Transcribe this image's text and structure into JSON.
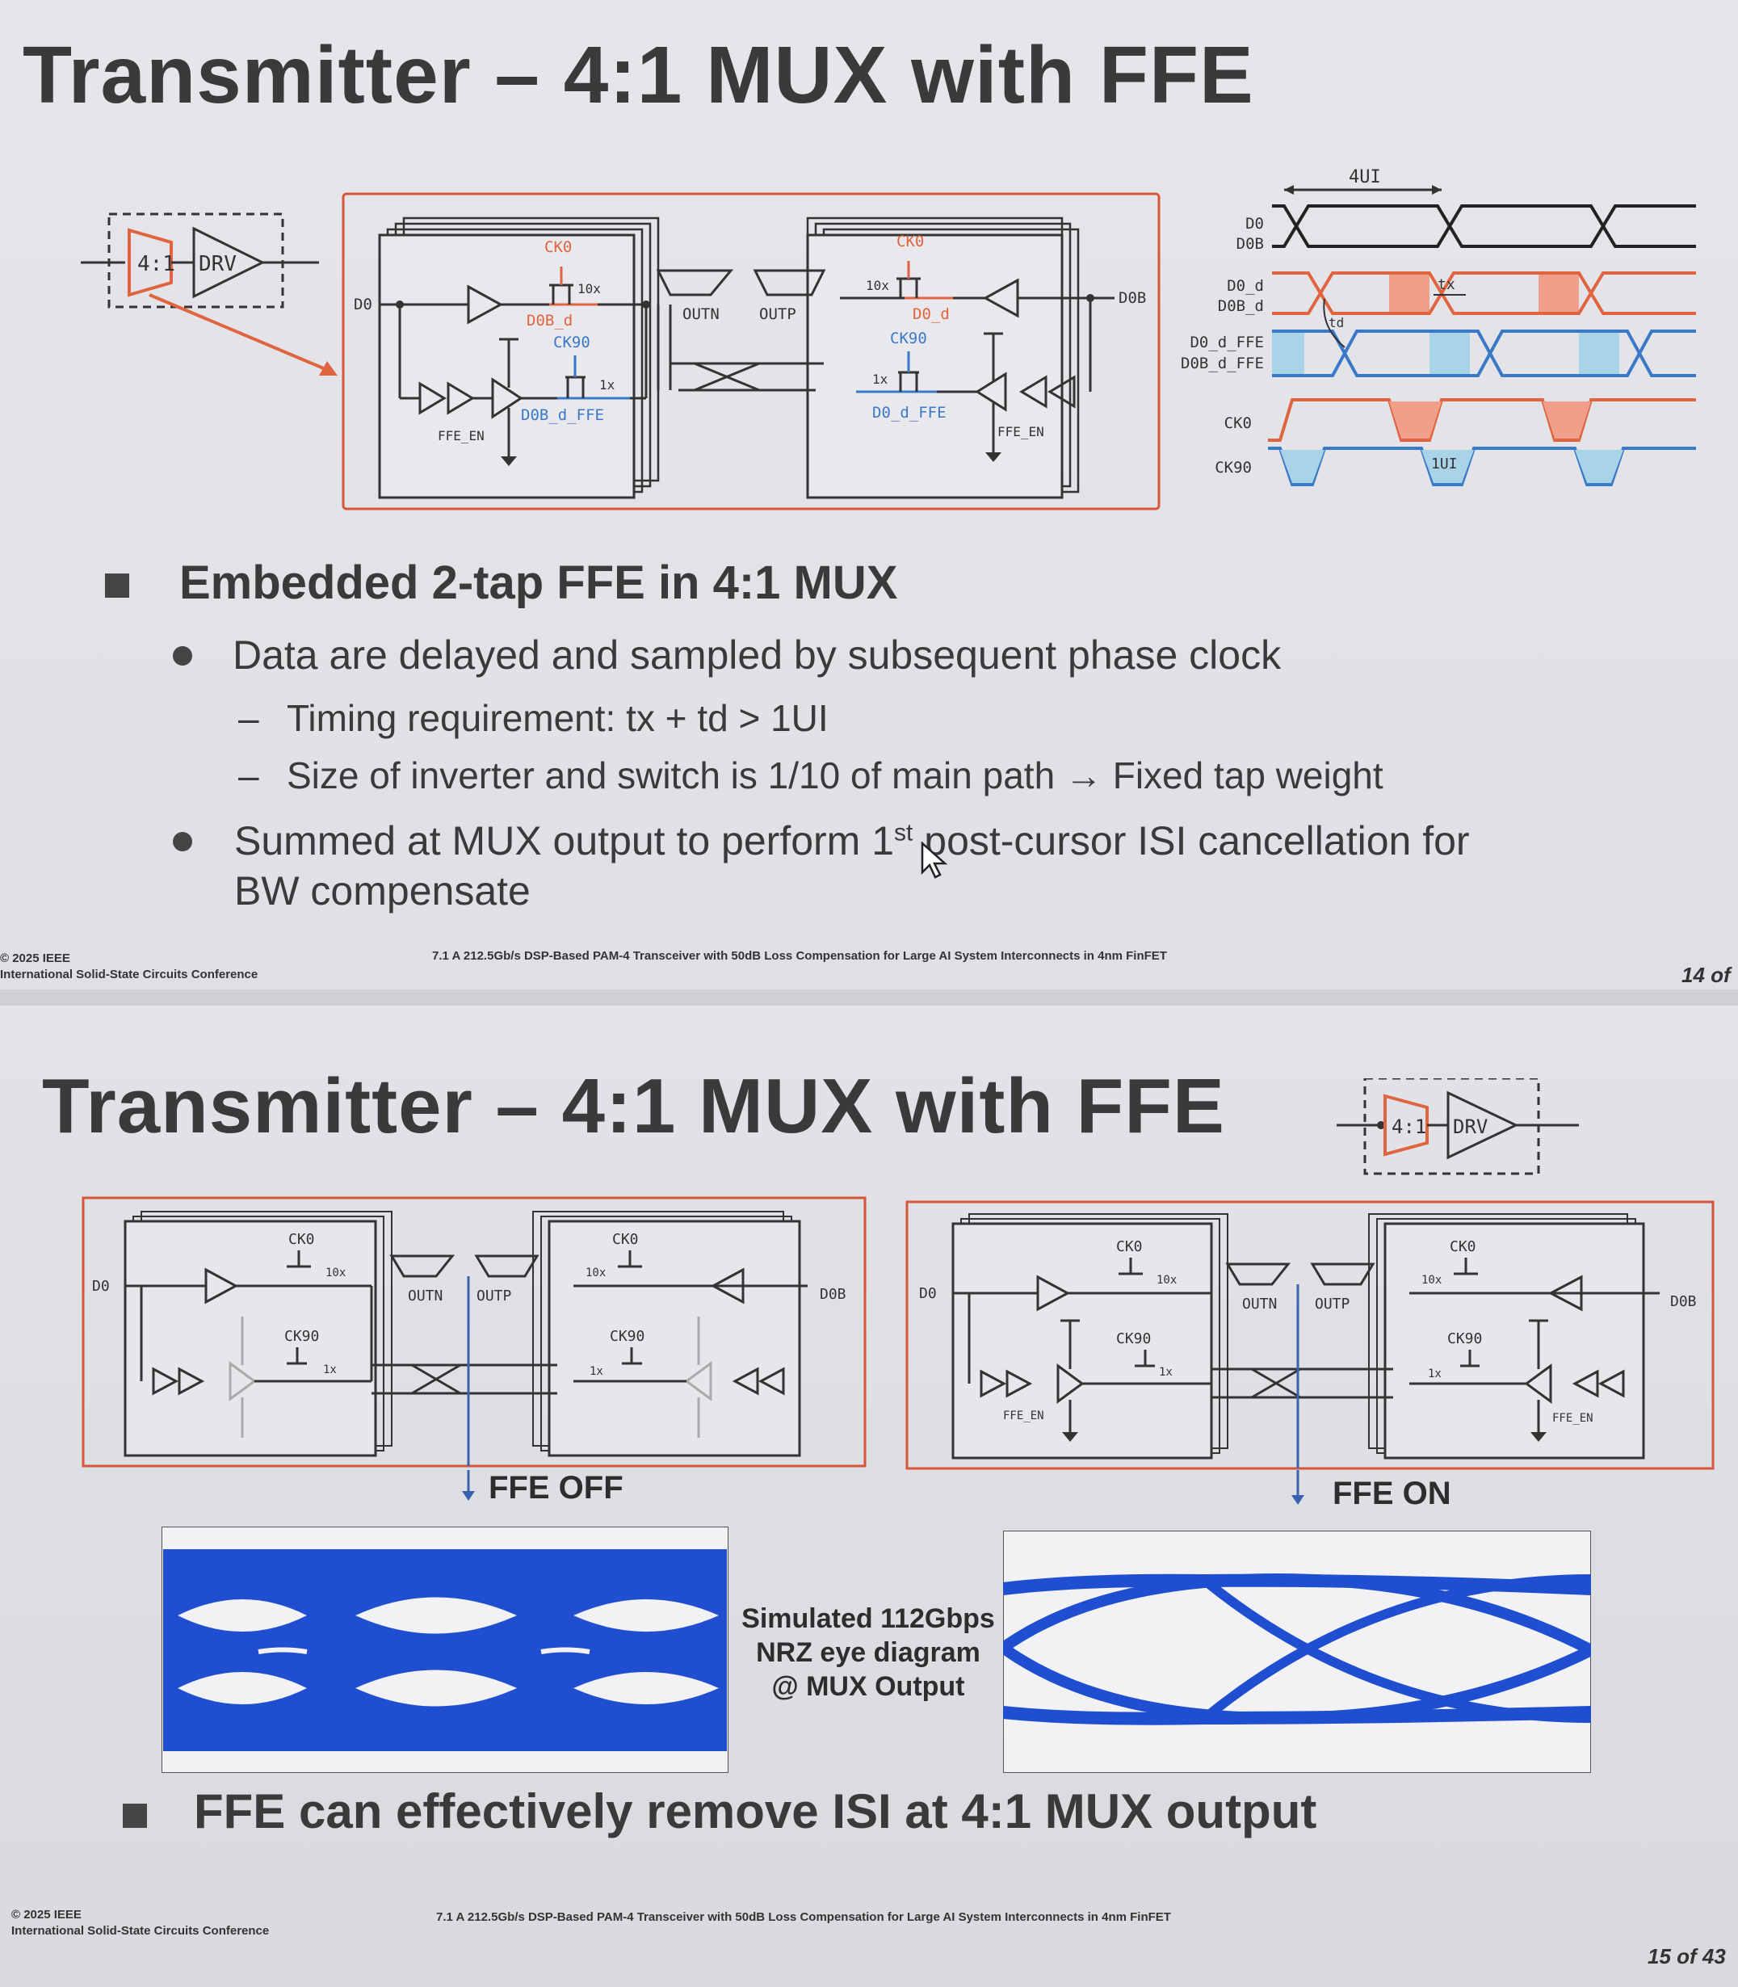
{
  "slide1": {
    "title": "Transmitter – 4:1 MUX with FFE",
    "block": {
      "mux": "4:1",
      "drv": "DRV"
    },
    "circuit": {
      "d0": "D0",
      "d0b": "D0B",
      "ck0": "CK0",
      "ck90": "CK90",
      "outn": "OUTN",
      "outp": "OUTP",
      "d0b_d": "D0B_d",
      "d0_d": "D0_d",
      "d0b_d_ffe": "D0B_d_FFE",
      "d0_d_ffe": "D0_d_FFE",
      "x10": "10x",
      "x1": "1x",
      "ffe_en": "FFE_EN"
    },
    "timing": {
      "span": "4UI",
      "labels": [
        "D0",
        "D0B",
        "D0_d",
        "D0B_d",
        "D0_d_FFE",
        "D0B_d_FFE",
        "CK0",
        "CK90"
      ],
      "tx": "tx",
      "td": "td",
      "ui": "1UI"
    },
    "bullets": {
      "main": "Embedded 2-tap FFE in 4:1 MUX",
      "sub1": "Data are delayed and sampled by subsequent phase clock",
      "sub1a": "Timing requirement: tx + td > 1UI",
      "sub1b": "Size of inverter and switch is 1/10 of main path → Fixed tap weight",
      "sub2_pre": "Summed at MUX output to perform 1",
      "sub2_sup": "st",
      "sub2_post": " post-cursor ISI cancellation for",
      "sub2_line2": "BW compensate"
    },
    "footer": {
      "copyright": "© 2025 IEEE",
      "conference": "International Solid-State Circuits Conference",
      "paper": "7.1 A 212.5Gb/s DSP-Based PAM-4 Transceiver with 50dB Loss Compensation for Large AI System Interconnects in 4nm FinFET",
      "page": "14 of"
    }
  },
  "slide2": {
    "title": "Transmitter – 4:1 MUX with FFE",
    "block": {
      "mux": "4:1",
      "drv": "DRV"
    },
    "ffe_off": "FFE OFF",
    "ffe_on": "FFE ON",
    "caption": [
      "Simulated 112Gbps",
      "NRZ eye diagram",
      "@ MUX Output"
    ],
    "bullet": "FFE can effectively remove ISI at 4:1 MUX output",
    "footer": {
      "copyright": "© 2025 IEEE",
      "conference": "International Solid-State Circuits Conference",
      "paper": "7.1 A 212.5Gb/s DSP-Based PAM-4 Transceiver with 50dB Loss Compensation for Large AI System Interconnects in 4nm FinFET",
      "page": "15 of 43"
    }
  },
  "colors": {
    "accent_red": "#e0643f",
    "accent_blue": "#3a78c8",
    "eye_blue": "#1f4fd0"
  }
}
